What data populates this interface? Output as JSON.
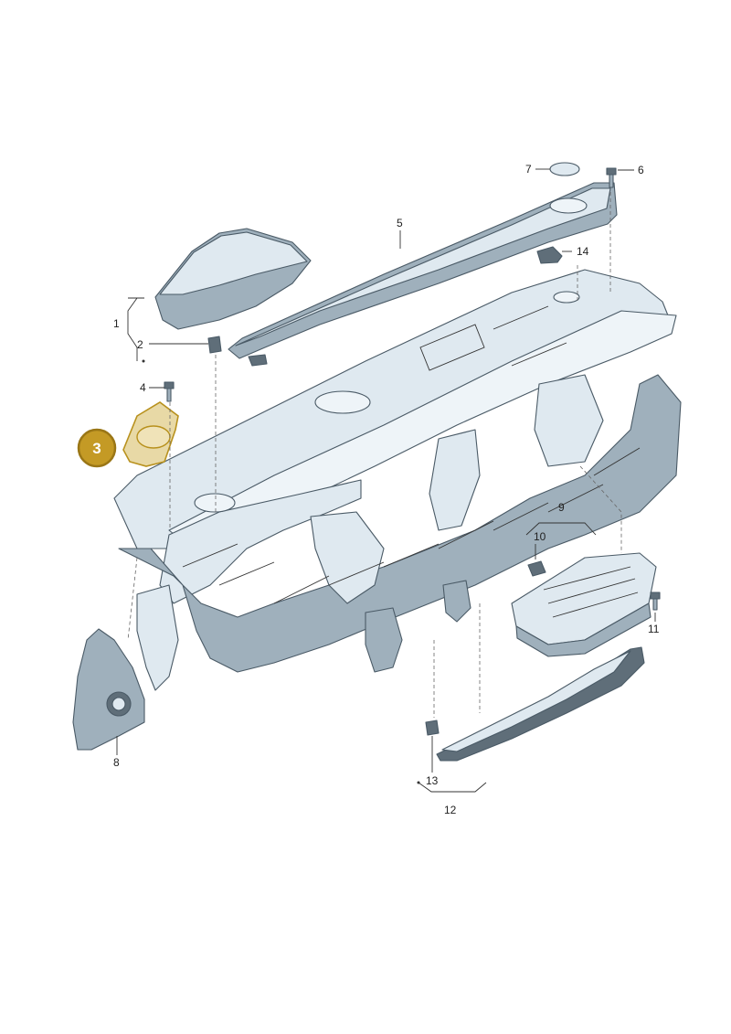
{
  "diagram": {
    "highlighted_part": {
      "number": "3",
      "color_fill": "#c49a25",
      "color_border": "#9a7616"
    },
    "labels": [
      {
        "id": "1",
        "text": "1"
      },
      {
        "id": "2",
        "text": "2"
      },
      {
        "id": "4",
        "text": "4"
      },
      {
        "id": "5",
        "text": "5"
      },
      {
        "id": "6",
        "text": "6"
      },
      {
        "id": "7",
        "text": "7"
      },
      {
        "id": "8",
        "text": "8"
      },
      {
        "id": "9",
        "text": "9"
      },
      {
        "id": "10",
        "text": "10"
      },
      {
        "id": "11",
        "text": "11"
      },
      {
        "id": "12",
        "text": "12"
      },
      {
        "id": "13",
        "text": "13"
      },
      {
        "id": "14",
        "text": "14"
      }
    ]
  }
}
